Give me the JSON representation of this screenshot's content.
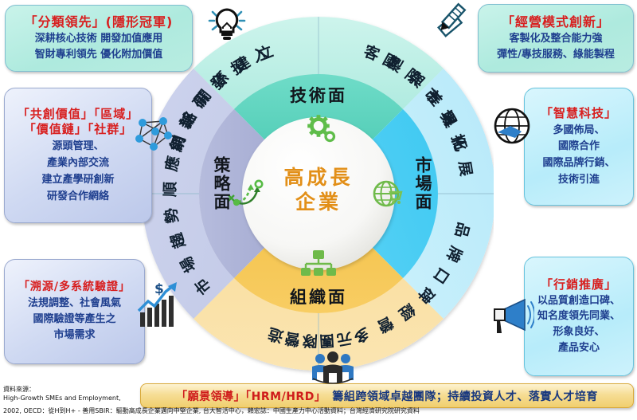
{
  "center": {
    "line1": "高成長",
    "line2": "企業"
  },
  "inner_ring": {
    "top": "技術面",
    "right": "市場面",
    "bottom": "組織面",
    "left": "策略面"
  },
  "outer_ring": [
    {
      "id": "innovation-rd",
      "label": "創新研發投入"
    },
    {
      "id": "customization",
      "label": "客製與差異化"
    },
    {
      "id": "intl-market",
      "label": "國際市場拓展"
    },
    {
      "id": "brand-reputation",
      "label": "品牌口碑經營"
    },
    {
      "id": "diverse-team",
      "label": "多元團隊營造"
    },
    {
      "id": "market-trend",
      "label": "市場趨勢順應"
    },
    {
      "id": "network-relation",
      "label": "網絡關係建立"
    }
  ],
  "callouts": {
    "top_left": {
      "heading": "「分類領先」(隱形冠軍)",
      "lines": [
        "深耕核心技術  開發加值應用",
        "智財專利領先  優化附加價值"
      ]
    },
    "mid_left": {
      "heading_line1": "「共創價值」「區域」",
      "heading_line2": "「價值鏈」「社群」",
      "lines": [
        "源頭管理、",
        "產業內部交流",
        "建立產學研創新",
        "研發合作網絡"
      ]
    },
    "bottom_left": {
      "heading": "「溯源/多系統驗證」",
      "lines": [
        "法規調整、社會風氣",
        "國際驗證等產生之",
        "市場需求"
      ]
    },
    "top_right": {
      "heading": "「經營模式創新」",
      "lines": [
        "客製化及整合能力強",
        "彈性/專技服務、綠能製程"
      ]
    },
    "mid_right": {
      "heading": "「智慧科技」",
      "lines": [
        "多國佈局、",
        "國際合作",
        "國際品牌行銷、",
        "技術引進"
      ]
    },
    "bottom_right": {
      "heading": "「行銷推廣」",
      "lines": [
        "以品質創造口碑、",
        "知名度領先同業、",
        "形象良好、",
        "產品安心"
      ]
    }
  },
  "bottom_banner": {
    "red_text": "「願景領導」「HRM/HRD」",
    "blue_text": "籌組跨領域卓越團隊；持續投資人才、落實人才培育"
  },
  "footer": {
    "line1": "資料來源：",
    "line2": "High-Growth  SMEs and Employment,",
    "line3": "2002, OECD：從H到H+ - 善用SBIR：驅動高成長企業邁向中堅企業, 台大智活中心，賴宏誌：中國生產力中心活動資料；台灣經濟研究院研究資料"
  },
  "icons": {
    "lightbulb": "lightbulb-icon",
    "pencil_ruler": "pencil-ruler-icon",
    "network": "network-nodes-icon",
    "globe": "globe-icon",
    "chart": "bar-chart-dollar-icon",
    "megaphone": "megaphone-icon",
    "people": "people-group-icon",
    "gear": "gear-icon",
    "strategy": "strategy-arrows-icon",
    "cart_globe": "globe-cart-icon",
    "orgchart": "org-chart-icon"
  },
  "colors": {
    "tech_inner": "#63d8c3",
    "tech_outer": "#bff0e8",
    "market_inner": "#3ec7f0",
    "market_outer": "#b2e8f9",
    "org_inner": "#f6c95a",
    "org_outer": "#fbe3ad",
    "strategy_inner": "#aeb4d8",
    "strategy_outer": "#ccd3ec",
    "center_text": "#e28f18",
    "heading_red": "#d81f1f",
    "body_blue": "#1f3f8f"
  }
}
